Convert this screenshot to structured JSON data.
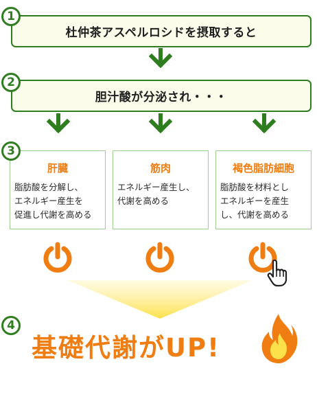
{
  "steps": {
    "one": {
      "number": "1",
      "text": "杜仲茶アスペルロシドを摂取すると"
    },
    "two": {
      "number": "2",
      "text": "胆汁酸が分泌され・・・"
    },
    "three": {
      "number": "3"
    },
    "four": {
      "number": "4"
    }
  },
  "cards": [
    {
      "title": "肝臓",
      "lines": [
        "脂肪酸を分解し、",
        "エネルギー産生を",
        "促進し代謝を高める"
      ]
    },
    {
      "title": "筋肉",
      "lines": [
        "エネルギー産生し、",
        "代謝を高める"
      ]
    },
    {
      "title": "褐色脂肪細胞",
      "lines": [
        "脂肪酸を材料とし",
        "エネルギーを産生",
        "し、代謝を高める"
      ]
    }
  ],
  "result": {
    "text": "基礎代謝がUP!"
  },
  "icons": {
    "arrow": "arrow-down-icon",
    "power": "power-icon",
    "hand": "hand-pointer-icon",
    "flame": "flame-icon"
  },
  "colors": {
    "green": "#2e7d1f",
    "banner_bg": "#fbfce9",
    "card_border": "#9fcf8f",
    "orange": "#f07d12",
    "funnel": "#fde14a"
  }
}
